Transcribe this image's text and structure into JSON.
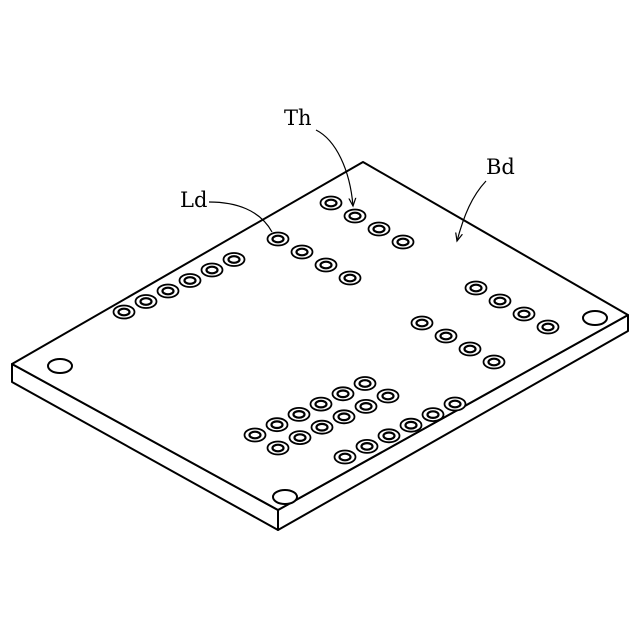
{
  "figure": {
    "labels": {
      "th": "Th",
      "ld": "Ld",
      "bd": "Bd"
    },
    "line_color": "#000000",
    "background": "#ffffff",
    "components": {
      "board": "Bd",
      "through_holes": "Th",
      "lands": "Ld"
    }
  }
}
